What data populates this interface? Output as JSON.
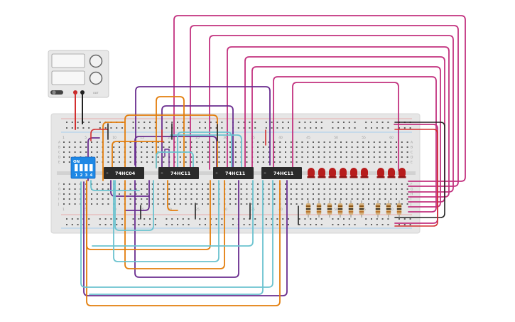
{
  "chips": [
    {
      "id": "u1",
      "label": "74HC04"
    },
    {
      "id": "u2",
      "label": "74HC11"
    },
    {
      "id": "u3",
      "label": "74HC11"
    },
    {
      "id": "u4",
      "label": "74HC11"
    }
  ],
  "dip_switch": {
    "on_label": "ON",
    "switch_numbers": [
      "1",
      "2",
      "3",
      "4"
    ]
  },
  "breadboard": {
    "row_letters_top": [
      "A",
      "B",
      "C",
      "D",
      "E"
    ],
    "row_letters_bottom": [
      "F",
      "G",
      "H",
      "I",
      "J"
    ],
    "column_numbers": [
      "1",
      "5",
      "10",
      "15",
      "20",
      "25",
      "30",
      "35",
      "40",
      "45",
      "50",
      "55",
      "60"
    ]
  },
  "leds": {
    "count": 9,
    "color": "#b71c1c"
  },
  "resistors": {
    "count": 9
  },
  "power_supply": {
    "output_label": "OUT"
  },
  "colors": {
    "magenta_wire": "#c2327f",
    "purple_wire": "#6a2d8f",
    "orange_wire": "#e37e0c",
    "cyan_wire": "#6bc3cf",
    "red_wire": "#d32f2f",
    "black_wire": "#222222",
    "chip_body": "#2b2b2b",
    "breadboard": "#e6e6e6",
    "dip_switch": "#1e88e5"
  }
}
